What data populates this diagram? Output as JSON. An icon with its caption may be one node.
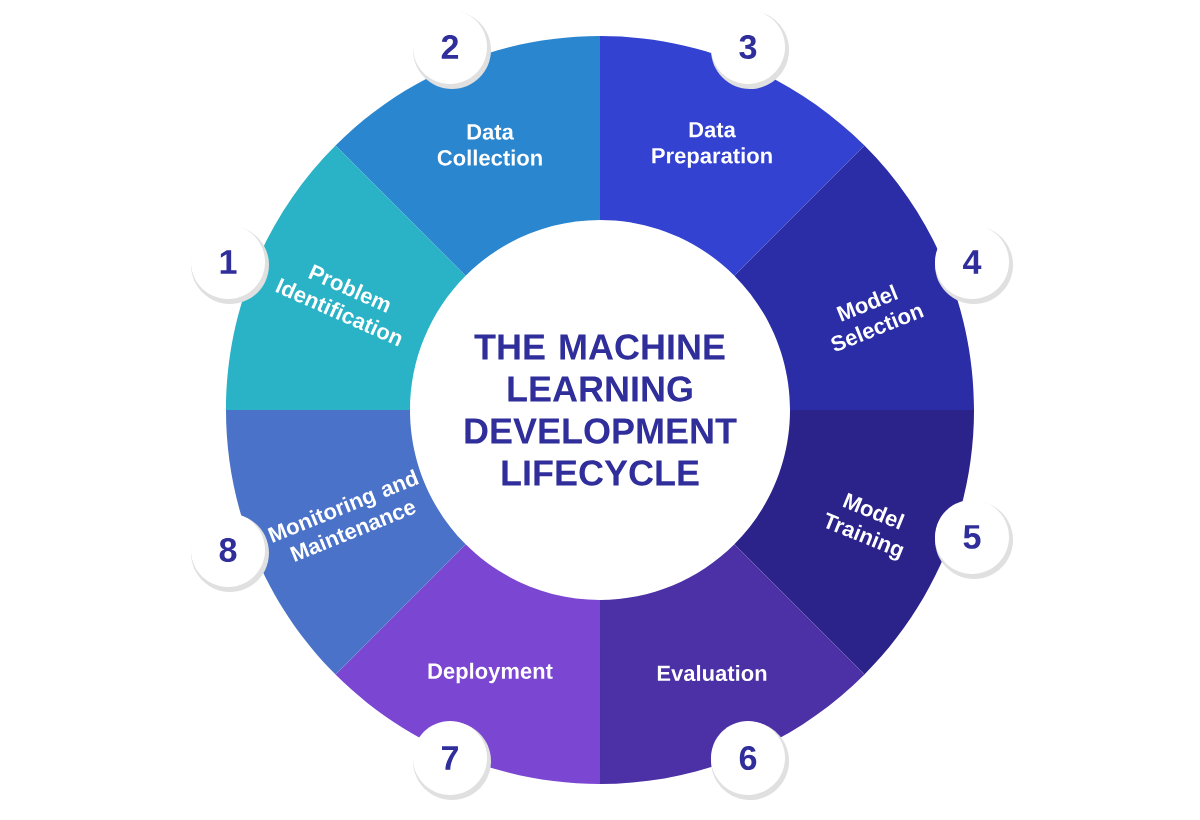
{
  "diagram": {
    "title": "THE MACHINE LEARNING DEVELOPMENT LIFECYCLE",
    "nodes": [
      {
        "text": [
          "Problem Identification"
        ]
      },
      {
        "text": [
          "Data Collection"
        ]
      },
      {
        "text": [
          "Data Preparation"
        ]
      },
      {
        "text": [
          "Model Selection"
        ]
      },
      {
        "text": [
          "Model Training"
        ]
      },
      {
        "text": [
          "Evaluation"
        ]
      },
      {
        "text": [
          "Deployment"
        ]
      },
      {
        "text": [
          "Monitoring and Maintenance"
        ]
      },
      {
        "text": [
          "1"
        ]
      },
      {
        "text": [
          "2"
        ]
      },
      {
        "text": [
          "3"
        ]
      },
      {
        "text": [
          "4"
        ]
      },
      {
        "text": [
          "5"
        ]
      },
      {
        "text": [
          "6"
        ]
      },
      {
        "text": [
          "7"
        ]
      },
      {
        "text": [
          "8"
        ]
      }
    ]
  }
}
